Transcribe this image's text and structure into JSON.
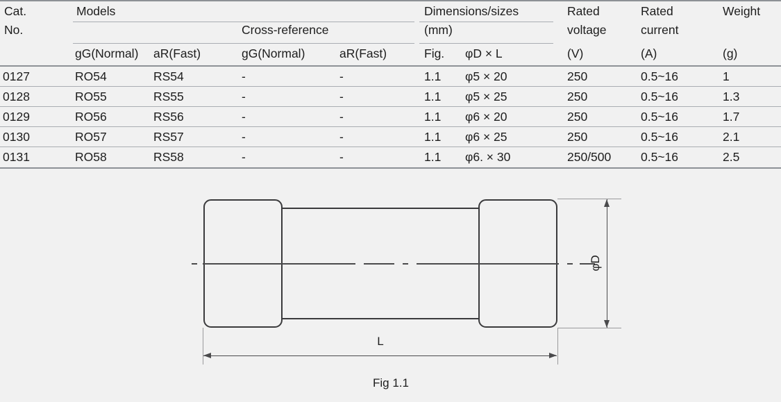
{
  "table": {
    "group_headers": {
      "cat_no_line1": "Cat.",
      "cat_no_line2": "No.",
      "models": "Models",
      "cross_reference": "Cross-reference",
      "dimensions_line1": "Dimensions/sizes",
      "dimensions_line2": "(mm)",
      "rated_voltage_line1": "Rated",
      "rated_voltage_line2": "voltage",
      "rated_current_line1": "Rated",
      "rated_current_line2": "current",
      "weight": "Weight"
    },
    "sub_headers": {
      "models_gg": "gG(Normal)",
      "models_ar": "aR(Fast)",
      "xref_gg": "gG(Normal)",
      "xref_ar": "aR(Fast)",
      "fig": "Fig.",
      "dia_len": "φD × L",
      "voltage_unit": "(V)",
      "current_unit": "(A)",
      "weight_unit": "(g)"
    },
    "rows": [
      {
        "cat_no": "0127",
        "models_gg": "RO54",
        "models_ar": "RS54",
        "xref_gg": "-",
        "xref_ar": "-",
        "fig": "1.1",
        "dia_len": "φ5 × 20",
        "voltage": "250",
        "current": "0.5~16",
        "weight": "1"
      },
      {
        "cat_no": "0128",
        "models_gg": "RO55",
        "models_ar": "RS55",
        "xref_gg": "-",
        "xref_ar": "-",
        "fig": "1.1",
        "dia_len": "φ5 × 25",
        "voltage": "250",
        "current": "0.5~16",
        "weight": "1.3"
      },
      {
        "cat_no": "0129",
        "models_gg": "RO56",
        "models_ar": "RS56",
        "xref_gg": "-",
        "xref_ar": "-",
        "fig": "1.1",
        "dia_len": "φ6 × 20",
        "voltage": "250",
        "current": "0.5~16",
        "weight": "1.7"
      },
      {
        "cat_no": "0130",
        "models_gg": "RO57",
        "models_ar": "RS57",
        "xref_gg": "-",
        "xref_ar": "-",
        "fig": "1.1",
        "dia_len": "φ6 × 25",
        "voltage": "250",
        "current": "0.5~16",
        "weight": "2.1"
      },
      {
        "cat_no": "0131",
        "models_gg": "RO58",
        "models_ar": "RS58",
        "xref_gg": "-",
        "xref_ar": "-",
        "fig": "1.1",
        "dia_len": "φ6. × 30",
        "voltage": "250/500",
        "current": "0.5~16",
        "weight": "2.5"
      }
    ]
  },
  "figure": {
    "caption": "Fig 1.1",
    "length_label": "L",
    "diameter_label": "φD"
  },
  "colors": {
    "background": "#f1f1f1",
    "text": "#1d1d1d",
    "rule": "#a9adb2",
    "rule_strong": "#8d9196",
    "outline": "#3a3a3c",
    "dimension": "#4a4a4c",
    "extension": "#9a9a9c"
  }
}
